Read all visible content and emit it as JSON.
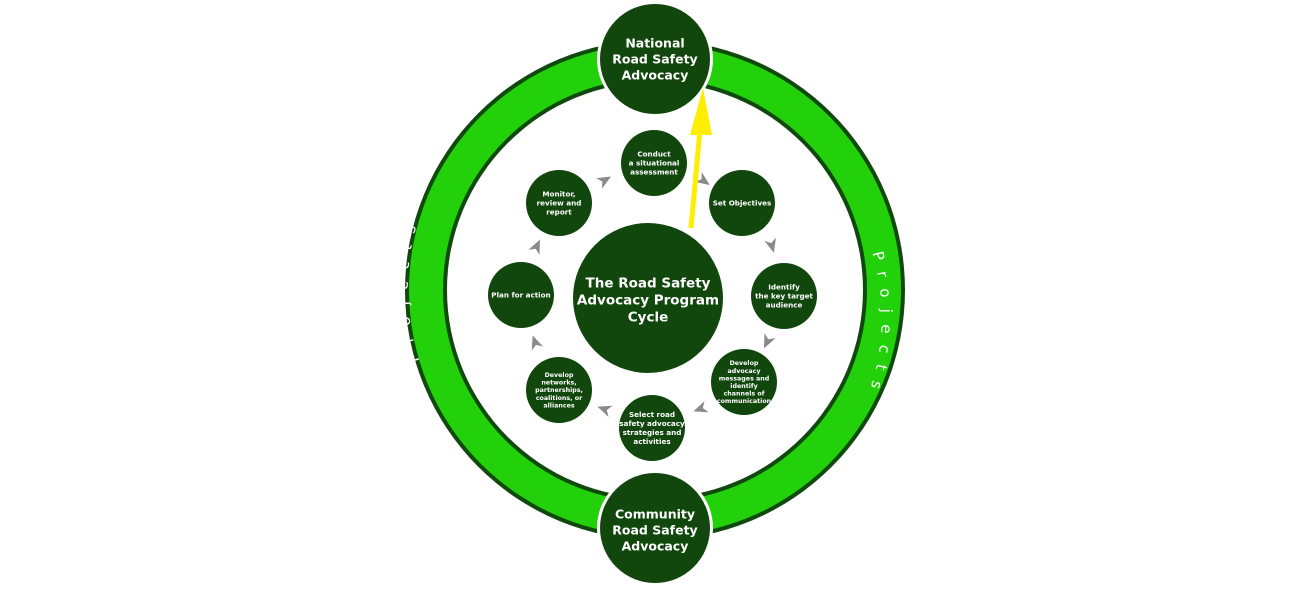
{
  "diagram": {
    "center": {
      "lines": [
        "The Road Safety",
        "Advocacy Program",
        "Cycle"
      ]
    },
    "top_node": {
      "lines": [
        "National",
        "Road Safety",
        "Advocacy"
      ]
    },
    "bottom_node": {
      "lines": [
        "Community",
        "Road Safety",
        "Advocacy"
      ]
    },
    "ring_label_left": "Projects",
    "ring_label_right": "Projects",
    "steps": [
      {
        "lines": [
          "Conduct",
          "a situational",
          "assessment"
        ]
      },
      {
        "lines": [
          "Set Objectives"
        ]
      },
      {
        "lines": [
          "Identify",
          "the key target",
          "audience"
        ]
      },
      {
        "lines": [
          "Develop",
          "advocacy",
          "messages and",
          "identify",
          "channels of",
          "communication"
        ]
      },
      {
        "lines": [
          "Select road",
          "safety advocacy",
          "strategies and",
          "activities"
        ]
      },
      {
        "lines": [
          "Develop",
          "networks,",
          "partnerships,",
          "coalitions, or",
          "alliances"
        ]
      },
      {
        "lines": [
          "Plan for action"
        ]
      },
      {
        "lines": [
          "Monitor,",
          "review and",
          "report"
        ]
      }
    ],
    "colors": {
      "dark_green": "#11470d",
      "ring_green": "#22d10a",
      "ring_border": "#0f4a0c",
      "arrow_gray": "#8a8a8a",
      "highlight_arrow": "#ffee00"
    }
  }
}
